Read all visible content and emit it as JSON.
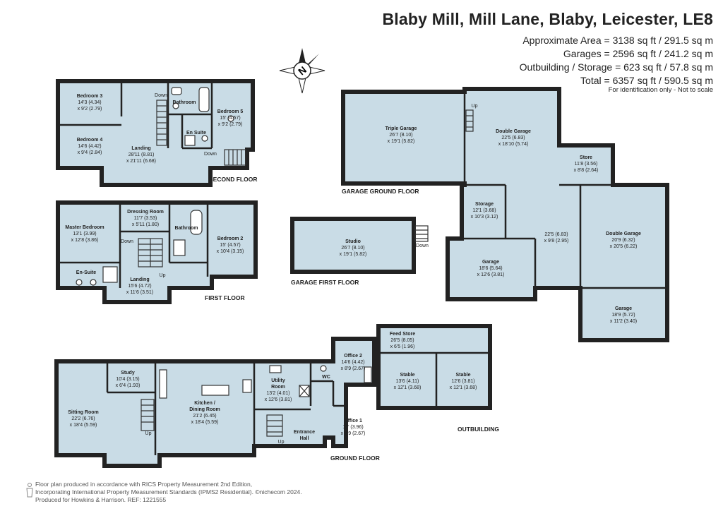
{
  "header": {
    "title": "Blaby Mill, Mill Lane, Blaby, Leicester, LE8",
    "area_lines": [
      "Approximate Area = 3138 sq ft / 291.5 sq m",
      "Garages = 2596 sq ft / 241.2 sq m",
      "Outbuilding / Storage = 623 sq ft / 57.8 sq m",
      "Total = 6357 sq ft / 590.5 sq m"
    ],
    "note": "For identification only - Not to scale"
  },
  "compass": {
    "label": "N",
    "icon": "compass-icon"
  },
  "floors": {
    "second": "SECOND FLOOR",
    "first": "FIRST FLOOR",
    "ground": "GROUND FLOOR",
    "garage_ground": "GARAGE GROUND FLOOR",
    "garage_first": "GARAGE FIRST FLOOR",
    "outbuilding": "OUTBUILDING"
  },
  "rooms": {
    "bedroom3": {
      "name": "Bedroom 3",
      "d1": "14'3 (4.34)",
      "d2": "x 9'2 (2.79)"
    },
    "bedroom4": {
      "name": "Bedroom 4",
      "d1": "14'6 (4.42)",
      "d2": "x 9'4 (2.84)"
    },
    "landing2": {
      "name": "Landing",
      "d1": "28'11 (8.81)",
      "d2": "x 21'11 (6.68)"
    },
    "bathroom2": {
      "name": "Bathroom"
    },
    "ensuite2": {
      "name": "En Suite"
    },
    "bedroom5": {
      "name": "Bedroom 5",
      "d1": "15' (4.57)",
      "d2": "x 9'2 (2.79)"
    },
    "master": {
      "name": "Master Bedroom",
      "d1": "13'1 (3.99)",
      "d2": "x 12'8 (3.86)"
    },
    "dressing": {
      "name": "Dressing Room",
      "d1": "11'7 (3.53)",
      "d2": "x 5'11 (1.80)"
    },
    "bathroom1": {
      "name": "Bathroom"
    },
    "bedroom2": {
      "name": "Bedroom 2",
      "d1": "15' (4.57)",
      "d2": "x 10'4 (3.15)"
    },
    "ensuite1": {
      "name": "En-Suite"
    },
    "landing1": {
      "name": "Landing",
      "d1": "15'6 (4.72)",
      "d2": "x 11'6 (3.51)"
    },
    "sitting": {
      "name": "Sitting Room",
      "d1": "22'2 (6.76)",
      "d2": "x 18'4 (5.59)"
    },
    "study": {
      "name": "Study",
      "d1": "10'4 (3.15)",
      "d2": "x 6'4 (1.93)"
    },
    "kitchen": {
      "name": "Kitchen /",
      "name2": "Dining Room",
      "d1": "21'2 (6.45)",
      "d2": "x 18'4 (5.59)"
    },
    "utility": {
      "name": "Utility",
      "name2": "Room",
      "d1": "13'2 (4.01)",
      "d2": "x 12'6 (3.81)"
    },
    "wc": {
      "name": "WC"
    },
    "entrance": {
      "name": "Entrance",
      "name2": "Hall"
    },
    "office2": {
      "name": "Office 2",
      "d1": "14'6 (4.42)",
      "d2": "x 8'9 (2.67)"
    },
    "office1": {
      "name": "Office 1",
      "d1": "13' (3.96)",
      "d2": "x 8'9 (2.67)"
    },
    "feed": {
      "name": "Feed Store",
      "d1": "26'5 (8.05)",
      "d2": "x 6'5 (1.96)"
    },
    "stable1": {
      "name": "Stable",
      "d1": "13'6 (4.11)",
      "d2": "x 12'1 (3.68)"
    },
    "stable2": {
      "name": "Stable",
      "d1": "12'6 (3.81)",
      "d2": "x 12'1 (3.68)"
    },
    "triple": {
      "name": "Triple Garage",
      "d1": "26'7 (8.10)",
      "d2": "x 19'1 (5.82)"
    },
    "double1": {
      "name": "Double Garage",
      "d1": "22'5 (6.83)",
      "d2": "x 18'10 (5.74)"
    },
    "store": {
      "name": "Store",
      "d1": "11'8 (3.56)",
      "d2": "x 8'8 (2.64)"
    },
    "storage": {
      "name": "Storage",
      "d1": "12'1 (3.68)",
      "d2": "x 10'3 (3.12)"
    },
    "passage": {
      "d1": "22'5 (6.83)",
      "d2": "x 9'8 (2.95)"
    },
    "double2": {
      "name": "Double Garage",
      "d1": "20'9 (6.32)",
      "d2": "x 20'5 (6.22)"
    },
    "garage1": {
      "name": "Garage",
      "d1": "18'6 (5.64)",
      "d2": "x 12'6 (3.81)"
    },
    "garage2": {
      "name": "Garage",
      "d1": "18'9 (5.72)",
      "d2": "x 11'2 (3.40)"
    },
    "studio": {
      "name": "Studio",
      "d1": "26'7 (8.10)",
      "d2": "x 19'1 (5.82)"
    }
  },
  "stair_labels": {
    "up": "Up",
    "down": "Down"
  },
  "footer": {
    "line1": "Floor plan produced in accordance with RICS Property Measurement 2nd Edition,",
    "line2": "Incorporating International Property Measurement Standards (IPMS2 Residential). ©nichecom 2024.",
    "line3": "Produced for Howkins & Harrison.   REF: 1221555"
  }
}
